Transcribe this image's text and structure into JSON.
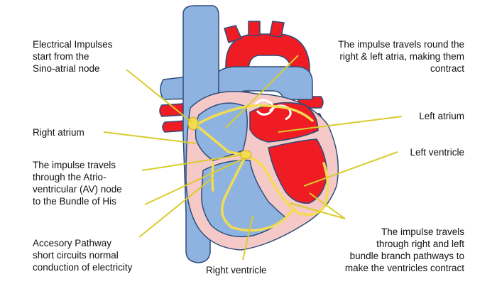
{
  "labels": {
    "sa_node": [
      "Electrical Impulses",
      "start from the",
      "Sino-atrial node"
    ],
    "atria_contract": [
      "The impulse travels round the",
      "right & left atria, making them",
      "contract"
    ],
    "right_atrium": [
      "Right atrium"
    ],
    "left_atrium": [
      "Left atrium"
    ],
    "left_ventricle": [
      "Left ventricle"
    ],
    "av_node": [
      "The impulse travels",
      "through the Atrio-",
      "ventricular (AV) node",
      "to the Bundle of His"
    ],
    "accessory_pathway": [
      "Accesory Pathway",
      "short circuits normal",
      "conduction of electricity"
    ],
    "right_ventricle": [
      "Right ventricle"
    ],
    "bundle_branches": [
      "The impulse travels",
      "through right and left",
      "bundle branch pathways to",
      "make the ventricles contract"
    ]
  },
  "colors": {
    "vessel_blue": "#8fb3e0",
    "vessel_outline": "#2d4d7a",
    "chamber_red": "#ef1c24",
    "muscle_pink": "#f6c9c9",
    "pathway_yellow": "#f2dc52",
    "pointer_line": "#d9cc2c"
  }
}
